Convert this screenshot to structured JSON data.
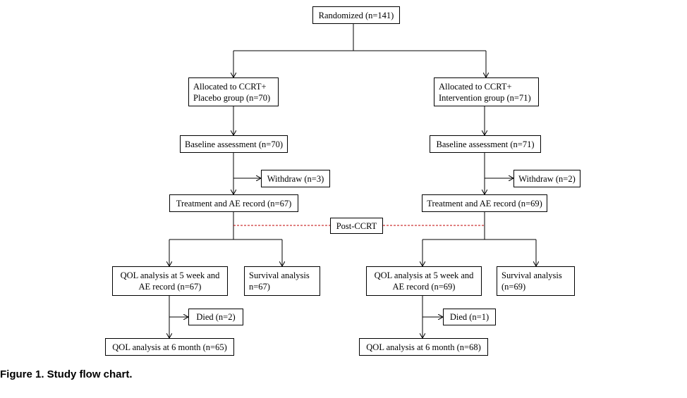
{
  "nodes": {
    "randomized": "Randomized (n=141)",
    "placebo": [
      "Allocated to CCRT+",
      "Placebo group (n=70)"
    ],
    "intervention": [
      "Allocated to CCRT+",
      "Intervention group (n=71)"
    ],
    "baseline_left": "Baseline assessment (n=70)",
    "baseline_right": "Baseline assessment (n=71)",
    "withdraw_left": "Withdraw (n=3)",
    "withdraw_right": "Withdraw (n=2)",
    "treatment_left": "Treatment and AE record (n=67)",
    "treatment_right": "Treatment and AE record (n=69)",
    "post_ccrt": "Post-CCRT",
    "qol5_left": [
      "QOL analysis at 5 week and",
      "AE record (n=67)"
    ],
    "qol5_right": [
      "QOL analysis at 5 week and",
      "AE record (n=69)"
    ],
    "survival_left": [
      "Survival analysis",
      "n=67)"
    ],
    "survival_right": [
      "Survival analysis",
      "(n=69)"
    ],
    "died_left": "Died (n=2)",
    "died_right": "Died (n=1)",
    "qol6_left": "QOL analysis at 6 month (n=65)",
    "qol6_right": "QOL analysis at 6 month (n=68)"
  },
  "caption": "Figure 1. Study flow chart.",
  "colors": {
    "line": "#000000",
    "post_ccrt_dash": "#c00000"
  }
}
